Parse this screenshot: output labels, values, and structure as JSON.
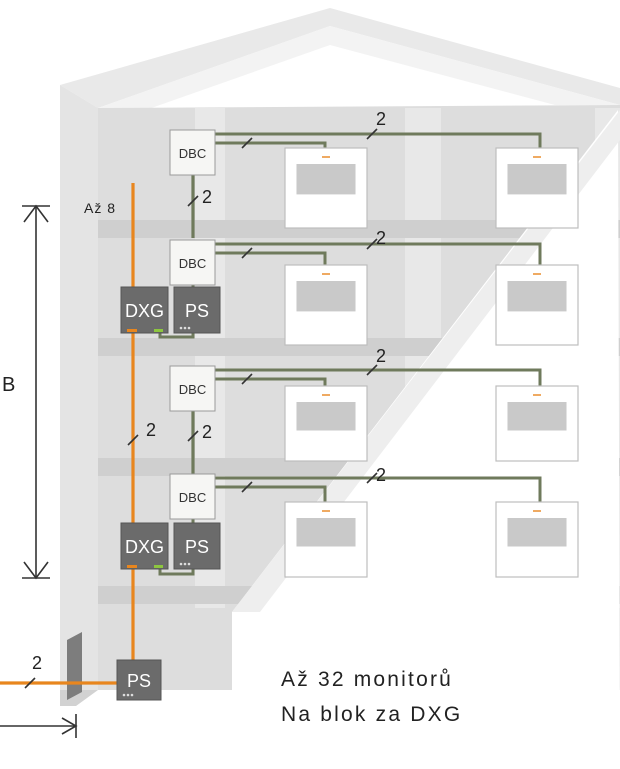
{
  "labels": {
    "dbc": "DBC",
    "dxg": "DXG",
    "ps": "PS",
    "cable_count": "2",
    "up_to_8": "Až 8",
    "dimension_b": "B"
  },
  "caption": {
    "line1": "Až 32 monitorů",
    "line2": "Na blok za DXG"
  },
  "colors": {
    "riser_cable": "#e8861e",
    "bus_cable": "#6f7a5c",
    "device_dark": "#6b6b6b",
    "dbc_box": "#f6f6f4",
    "monitor_orange_mark": "#e8861e",
    "status_led_green": "#8dc63f"
  },
  "icons": [
    "building-section",
    "dbc-module",
    "dxg-module",
    "power-supply",
    "indoor-monitor",
    "dimension-arrow"
  ]
}
